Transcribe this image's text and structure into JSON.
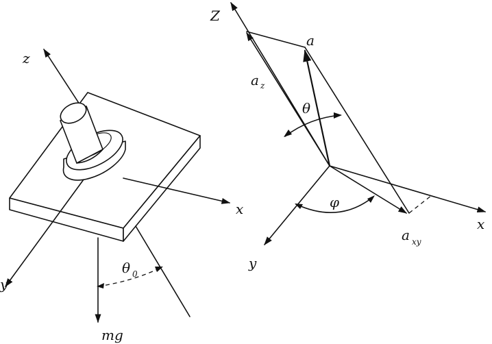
{
  "left_figure": {
    "axis_z_label": "z",
    "axis_x_label": "x",
    "axis_y_label": "y",
    "weight_label": "mg",
    "angle_label": "θ",
    "angle_subscript": "0"
  },
  "right_figure": {
    "axis_z_label": "Z",
    "axis_x_label": "x",
    "axis_y_label": "y",
    "vector_label": "a",
    "component_z_label": "a",
    "component_z_subscript": "z",
    "component_xy_label": "a",
    "component_xy_subscript": "xy",
    "polar_angle_label": "θ",
    "azimuth_angle_label": "φ"
  }
}
